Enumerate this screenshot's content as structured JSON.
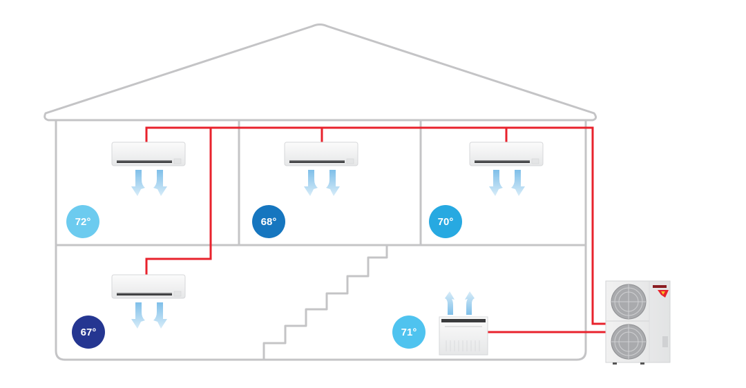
{
  "diagram": {
    "title": "Multi-zone ductless mini-split system",
    "colors": {
      "house_outline": "#c4c4c6",
      "refrigerant_line": "#e8222c",
      "airflow": "#8ec5ea"
    },
    "zones": [
      {
        "id": "upstairs-left",
        "unit_type": "wall-mounted indoor unit",
        "airflow": "down",
        "temperature": "72°",
        "badge_color": "#6ccbef"
      },
      {
        "id": "upstairs-middle",
        "unit_type": "wall-mounted indoor unit",
        "airflow": "down",
        "temperature": "68°",
        "badge_color": "#1676bf"
      },
      {
        "id": "upstairs-right",
        "unit_type": "wall-mounted indoor unit",
        "airflow": "down",
        "temperature": "70°",
        "badge_color": "#27a9e1"
      },
      {
        "id": "downstairs-left",
        "unit_type": "wall-mounted indoor unit",
        "airflow": "down",
        "temperature": "67°",
        "badge_color": "#253691"
      },
      {
        "id": "downstairs-right",
        "unit_type": "floor-mounted indoor unit",
        "airflow": "up",
        "temperature": "71°",
        "badge_color": "#4fc3ef"
      }
    ],
    "outdoor_unit": {
      "label": "outdoor condenser unit",
      "fans": 2
    }
  }
}
